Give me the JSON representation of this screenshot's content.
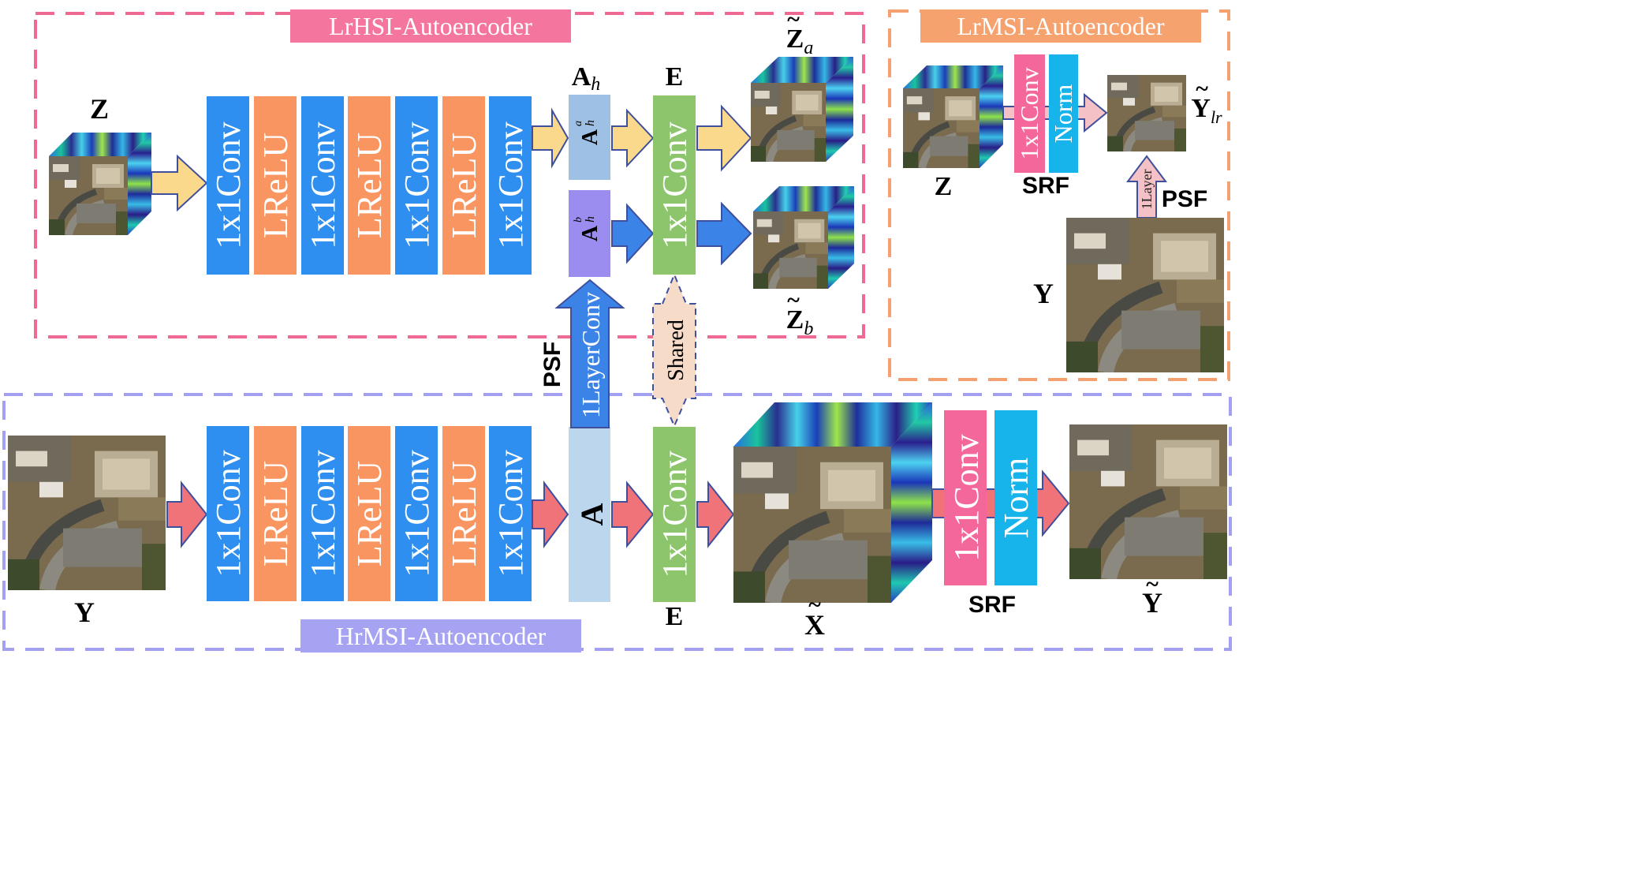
{
  "regions": {
    "lrhsi": {
      "title": "LrHSI-Autoencoder",
      "color": "#ef6a92",
      "title_bg": "#f4759d"
    },
    "lrmsi": {
      "title": "LrMSI-Autoencoder",
      "color": "#f4a070",
      "title_bg": "#f5a26f"
    },
    "hrmsi": {
      "title": "HrMSI-Autoencoder",
      "color": "#a3a0f0",
      "title_bg": "#a6a3f3"
    }
  },
  "encoder_layers": [
    "1x1Conv",
    "LReLU",
    "1x1Conv",
    "LReLU",
    "1x1Conv",
    "LReLU",
    "1x1Conv"
  ],
  "labels": {
    "Z": "Z",
    "Y": "Y",
    "E": "E",
    "A_h": "A",
    "A_h_sub": "h",
    "A_h_a_sub": "h",
    "A_h_a_sup": "a",
    "A_h_b_sub": "h",
    "A_h_b_sup": "b",
    "A": "A",
    "Z_a": "Z",
    "Z_a_sub": "a",
    "Z_b": "Z",
    "Z_b_sub": "b",
    "X_tilde": "X",
    "Y_tilde": "Y",
    "Y_lr": "Y",
    "Y_lr_sub": "lr",
    "tilde": "~",
    "decoder_conv": "1x1Conv",
    "norm": "Norm",
    "srf": "SRF",
    "psf": "PSF",
    "layer_conv": "1LayerConv",
    "layer": "1Layer",
    "shared": "Shared"
  },
  "colors": {
    "conv_blue": "#2f8ff0",
    "lrelu_orange": "#f99560",
    "decoder_green": "#8cc56c",
    "ah_a_block": "#9ec0e4",
    "ah_b_block": "#9b8cf0",
    "a_block": "#bcd6ee",
    "srf_pink": "#f4679b",
    "norm_cyan": "#17b4ec",
    "arrow_yellow": "#fad98c",
    "arrow_blue": "#3b83e6",
    "arrow_red": "#f0737a",
    "arrow_pink": "#f3c1c6",
    "arrow_peach": "#f6dcc8",
    "arrow_edge": "#3e4f9c"
  },
  "icons": [
    "hyperspectral-cube-icon",
    "satellite-image-icon",
    "block-arrow-icon"
  ]
}
